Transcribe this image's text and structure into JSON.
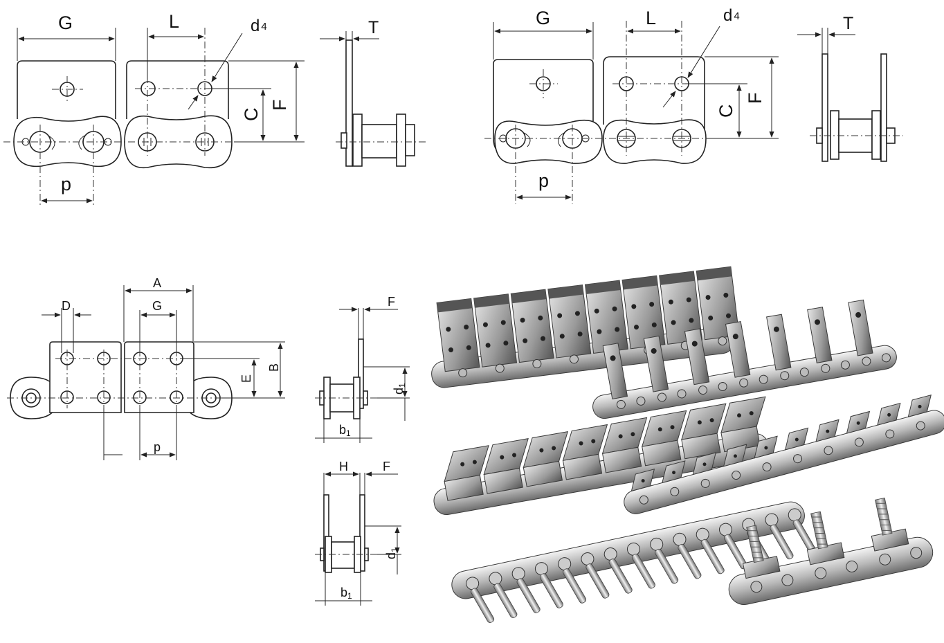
{
  "diagram": {
    "top_left": {
      "labels": {
        "G": "G",
        "L": "L",
        "d4": "d",
        "d4_sub": "4",
        "C": "C",
        "F": "F",
        "p": "p",
        "T": "T"
      }
    },
    "top_right": {
      "labels": {
        "G": "G",
        "L": "L",
        "d4": "d",
        "d4_sub": "4",
        "C": "C",
        "F": "F",
        "p": "p",
        "T": "T"
      }
    },
    "bottom_left": {
      "labels": {
        "A": "A",
        "D": "D",
        "G": "G",
        "B": "B",
        "E": "E",
        "p": "p"
      }
    },
    "side_view_1": {
      "labels": {
        "F": "F",
        "d1": "d",
        "d1_sub": "1",
        "b1": "b",
        "b1_sub": "1"
      }
    },
    "side_view_2": {
      "labels": {
        "H": "H",
        "F": "F",
        "d1": "d",
        "d1_sub": "1",
        "b1": "b",
        "b1_sub": "1"
      }
    },
    "photo": {
      "description_icon": "attachment-chains-photo"
    }
  }
}
